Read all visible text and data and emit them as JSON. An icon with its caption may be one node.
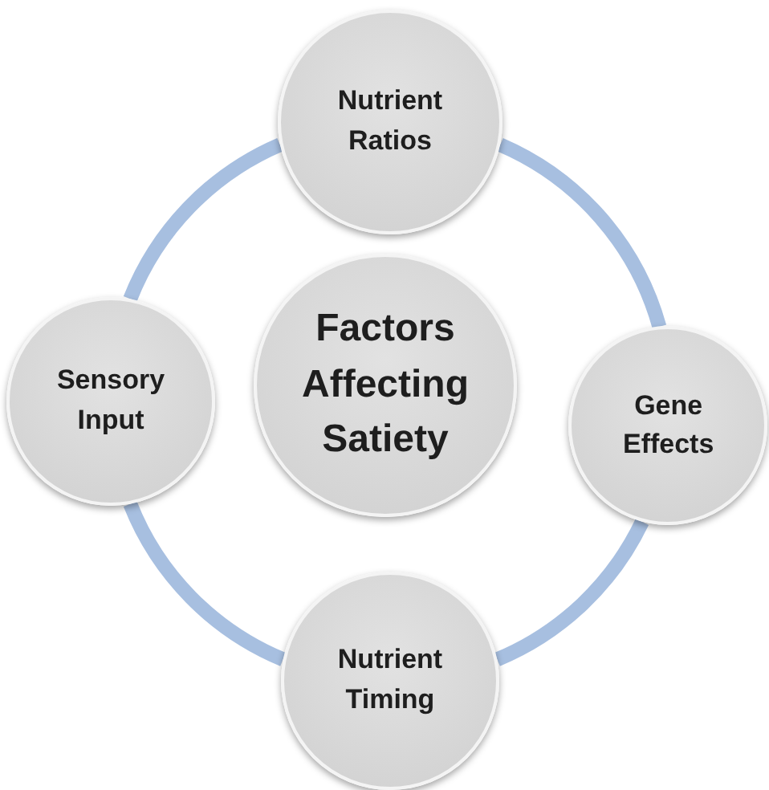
{
  "diagram": {
    "nodes": [
      {
        "text": [
          "Nutrient Ratios"
        ]
      },
      {
        "text": [
          "Sensory Input"
        ]
      },
      {
        "text": [
          "Factors Affecting Satiety"
        ]
      },
      {
        "text": [
          "Gene Effects"
        ]
      },
      {
        "text": [
          "Nutrient Timing"
        ]
      }
    ],
    "edges": [
      {
        "from": 0,
        "to": 3,
        "arrow": "none"
      },
      {
        "from": 3,
        "to": 4,
        "arrow": "none"
      },
      {
        "from": 4,
        "to": 1,
        "arrow": "none"
      },
      {
        "from": 1,
        "to": 0,
        "arrow": "none"
      }
    ]
  }
}
